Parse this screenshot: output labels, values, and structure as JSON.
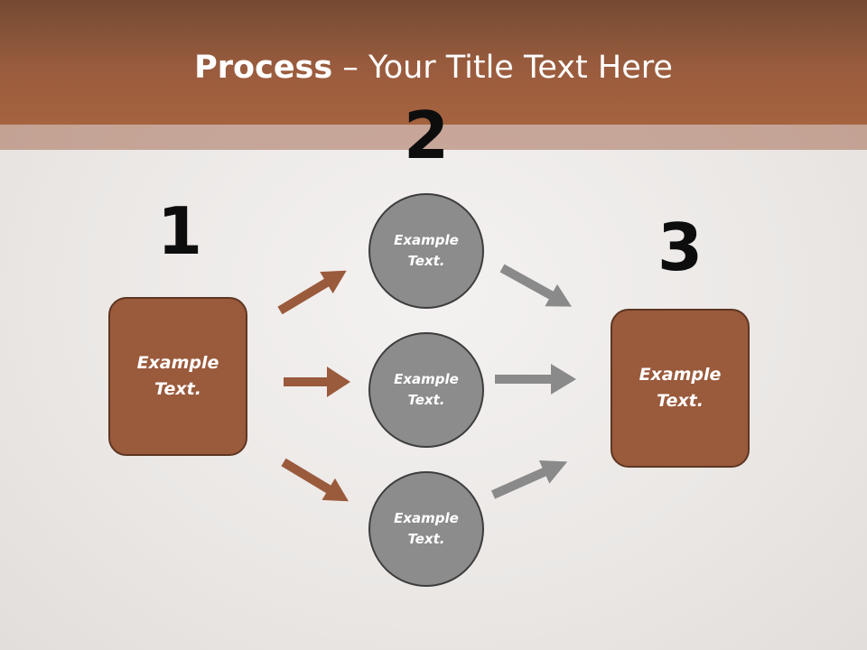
{
  "title": {
    "bold": "Process",
    "separator": " – ",
    "rest": "Your Title Text Here"
  },
  "steps": {
    "one": "1",
    "two": "2",
    "three": "3"
  },
  "left_box": {
    "text": "Example Text."
  },
  "right_box": {
    "text": "Example Text."
  },
  "circles": [
    {
      "text": "Example Text."
    },
    {
      "text": "Example Text."
    },
    {
      "text": "Example Text."
    }
  ],
  "colors": {
    "accent": "#9a5a3c",
    "circle": "#8c8c8c",
    "arrow_brown": "#9a5a3c",
    "arrow_gray": "#8a8a8a",
    "title_band": "#a5633f"
  }
}
